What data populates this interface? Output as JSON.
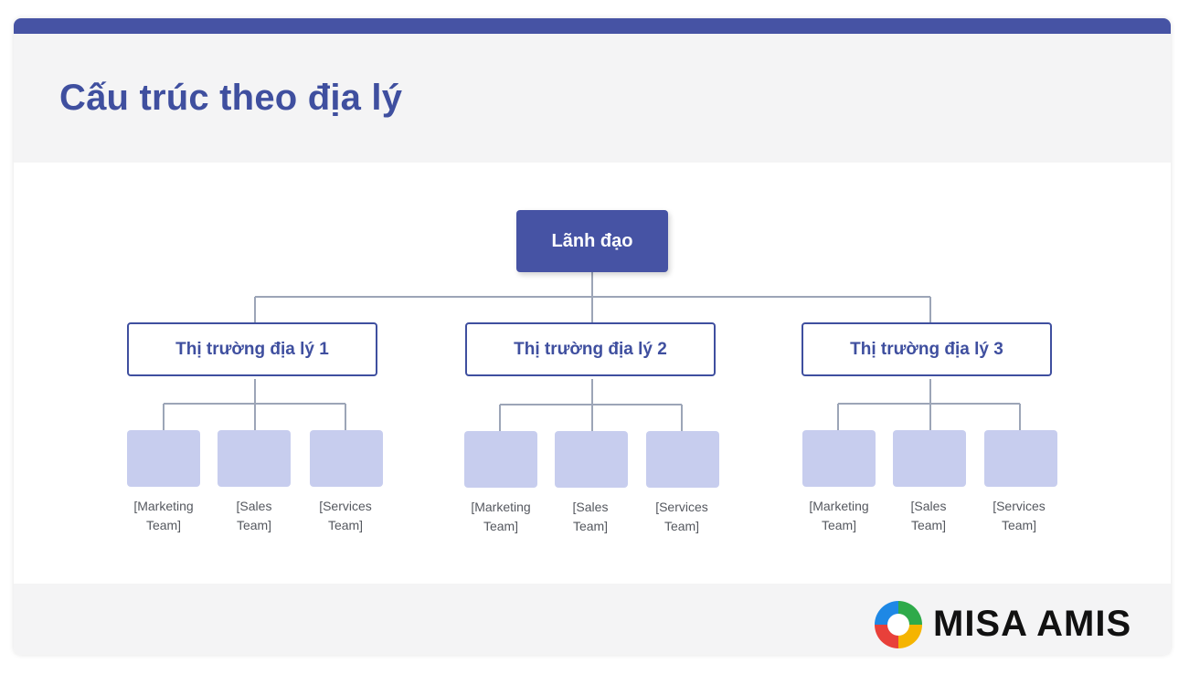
{
  "title": "Cấu trúc theo địa lý",
  "root": {
    "label": "Lãnh đạo"
  },
  "markets": [
    {
      "label": "Thị trường địa lý 1",
      "teams": [
        "[Marketing\nTeam]",
        "[Sales\nTeam]",
        "[Services\nTeam]"
      ]
    },
    {
      "label": "Thị trường địa lý 2",
      "teams": [
        "[Marketing\nTeam]",
        "[Sales\nTeam]",
        "[Services\nTeam]"
      ]
    },
    {
      "label": "Thị trường địa lý 3",
      "teams": [
        "[Marketing\nTeam]",
        "[Sales\nTeam]",
        "[Services\nTeam]"
      ]
    }
  ],
  "logo": {
    "text": "MISA AMIS",
    "icon": "misa-swirl-logo-icon"
  },
  "colors": {
    "brand": "#4653a4",
    "team_fill": "#c7cdee",
    "connector": "#9ca5b7"
  }
}
